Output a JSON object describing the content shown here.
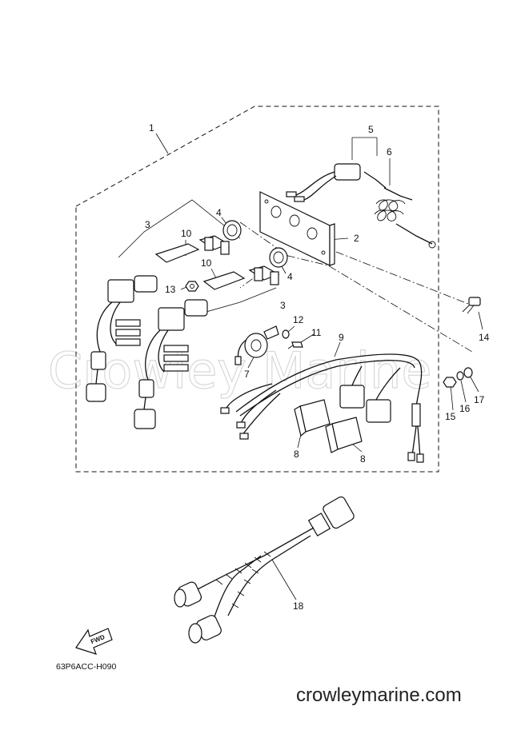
{
  "watermark": "Crowley Marine",
  "site": "crowleymarine.com",
  "diagram_code": "63P6ACC-H090",
  "fwd_label": "FWD",
  "callouts": {
    "c1": "1",
    "c2": "2",
    "c3a": "3",
    "c3b": "3",
    "c4a": "4",
    "c4b": "4",
    "c5": "5",
    "c6": "6",
    "c7": "7",
    "c8a": "8",
    "c8b": "8",
    "c9": "9",
    "c10a": "10",
    "c10b": "10",
    "c11": "11",
    "c12": "12",
    "c13": "13",
    "c14": "14",
    "c15": "15",
    "c16": "16",
    "c17": "17",
    "c18": "18"
  }
}
